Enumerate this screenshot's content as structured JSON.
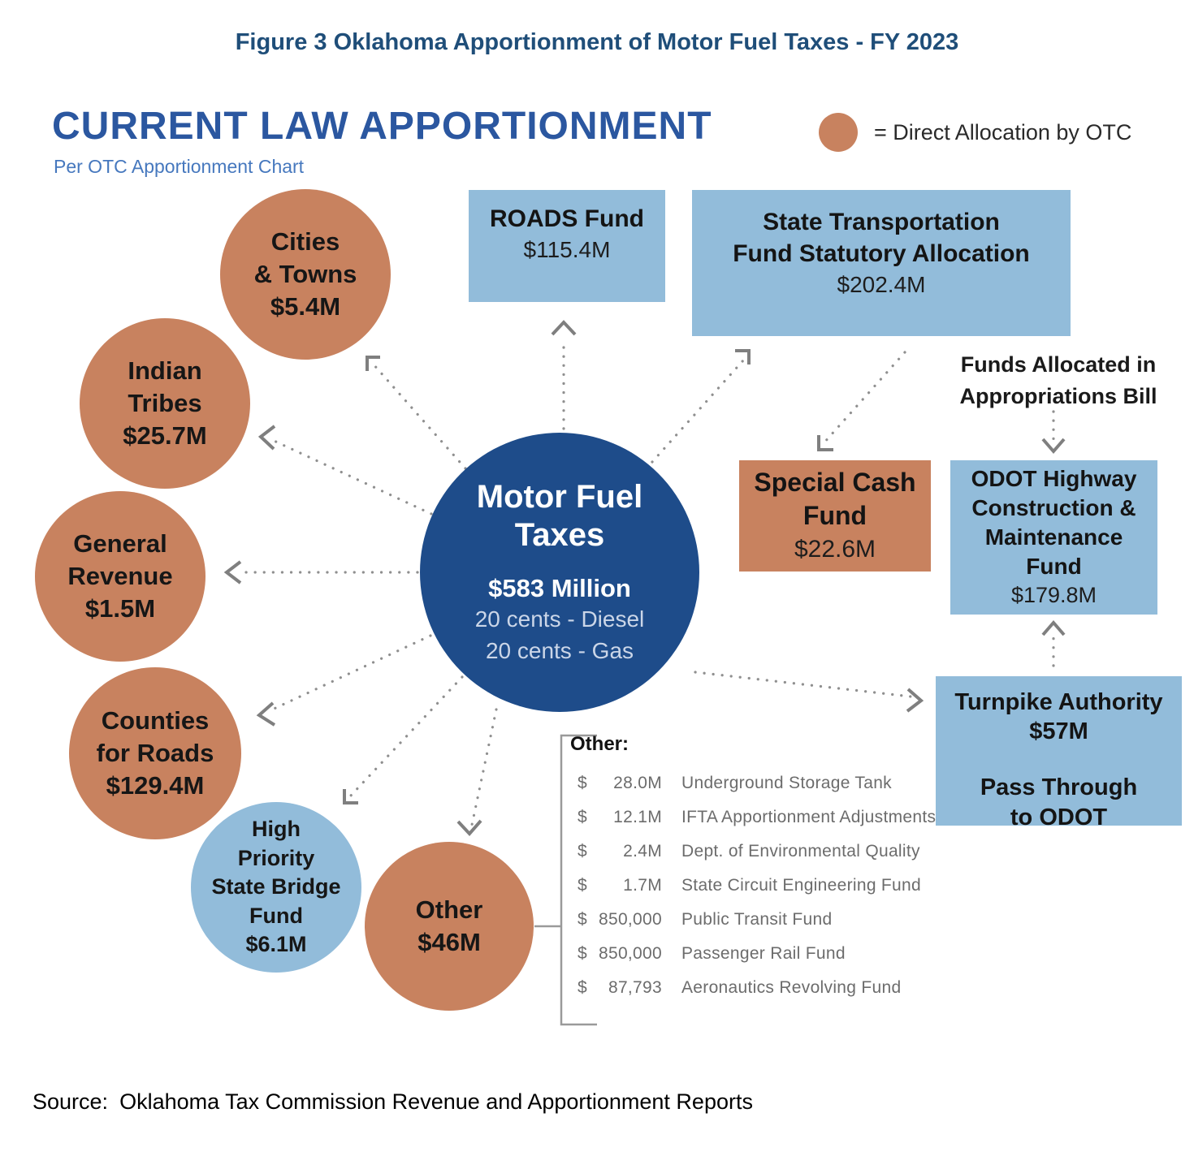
{
  "page": {
    "figure_title": "Figure 3 Oklahoma Apportionment of Motor Fuel Taxes - FY 2023",
    "source_label": "Source:",
    "source_text": "Oklahoma Tax Commission Revenue and Apportionment Reports"
  },
  "header": {
    "title": "CURRENT LAW APPORTIONMENT",
    "subtitle": "Per OTC Apportionment Chart"
  },
  "legend": {
    "text": "= Direct Allocation by OTC"
  },
  "colors": {
    "direct_allocation_orange": "#C8825F",
    "appropriated_blue": "#92BCDA",
    "central_navy": "#1E4C8A",
    "figure_title_blue": "#1F4E79",
    "heading_blue": "#2B57A0"
  },
  "center": {
    "line1": "Motor Fuel",
    "line2": "Taxes",
    "total": "$583 Million",
    "rate1": "20 cents - Diesel",
    "rate2": "20 cents - Gas"
  },
  "circles": {
    "cities": {
      "line1": "Cities",
      "line2": "& Towns",
      "value": "$5.4M"
    },
    "tribes": {
      "line1": "Indian",
      "line2": "Tribes",
      "value": "$25.7M"
    },
    "general": {
      "line1": "General",
      "line2": "Revenue",
      "value": "$1.5M"
    },
    "counties": {
      "line1": "Counties",
      "line2": "for Roads",
      "value": "$129.4M"
    },
    "bridge": {
      "line1": "High",
      "line2": "Priority",
      "line3": "State Bridge",
      "line4": "Fund",
      "value": "$6.1M"
    },
    "other": {
      "line1": "Other",
      "value": "$46M"
    }
  },
  "boxes": {
    "roads": {
      "title": "ROADS Fund",
      "value": "$115.4M"
    },
    "state_transport": {
      "line1": "State Transportation",
      "line2": "Fund Statutory Allocation",
      "value": "$202.4M"
    },
    "special_cash": {
      "line1": "Special Cash",
      "line2": "Fund",
      "value": "$22.6M"
    },
    "odot": {
      "line1": "ODOT Highway",
      "line2": "Construction &",
      "line3": "Maintenance",
      "line4": "Fund",
      "value": "$179.8M"
    },
    "turnpike": {
      "title": "Turnpike Authority",
      "value": "$57M",
      "note1": "Pass Through",
      "note2": "to ODOT"
    }
  },
  "annotations": {
    "appropriations_line1": "Funds Allocated in",
    "appropriations_line2": "Appropriations Bill"
  },
  "other_detail": {
    "heading": "Other:",
    "rows": [
      {
        "currency": "$",
        "amount": "28.0M",
        "name": "Underground Storage Tank"
      },
      {
        "currency": "$",
        "amount": "12.1M",
        "name": "IFTA Apportionment Adjustments"
      },
      {
        "currency": "$",
        "amount": "2.4M",
        "name": "Dept. of Environmental Quality"
      },
      {
        "currency": "$",
        "amount": "1.7M",
        "name": "State Circuit Engineering Fund"
      },
      {
        "currency": "$",
        "amount": "850,000",
        "name": "Public Transit Fund"
      },
      {
        "currency": "$",
        "amount": "850,000",
        "name": "Passenger Rail Fund"
      },
      {
        "currency": "$",
        "amount": "87,793",
        "name": "Aeronautics Revolving Fund"
      }
    ]
  }
}
